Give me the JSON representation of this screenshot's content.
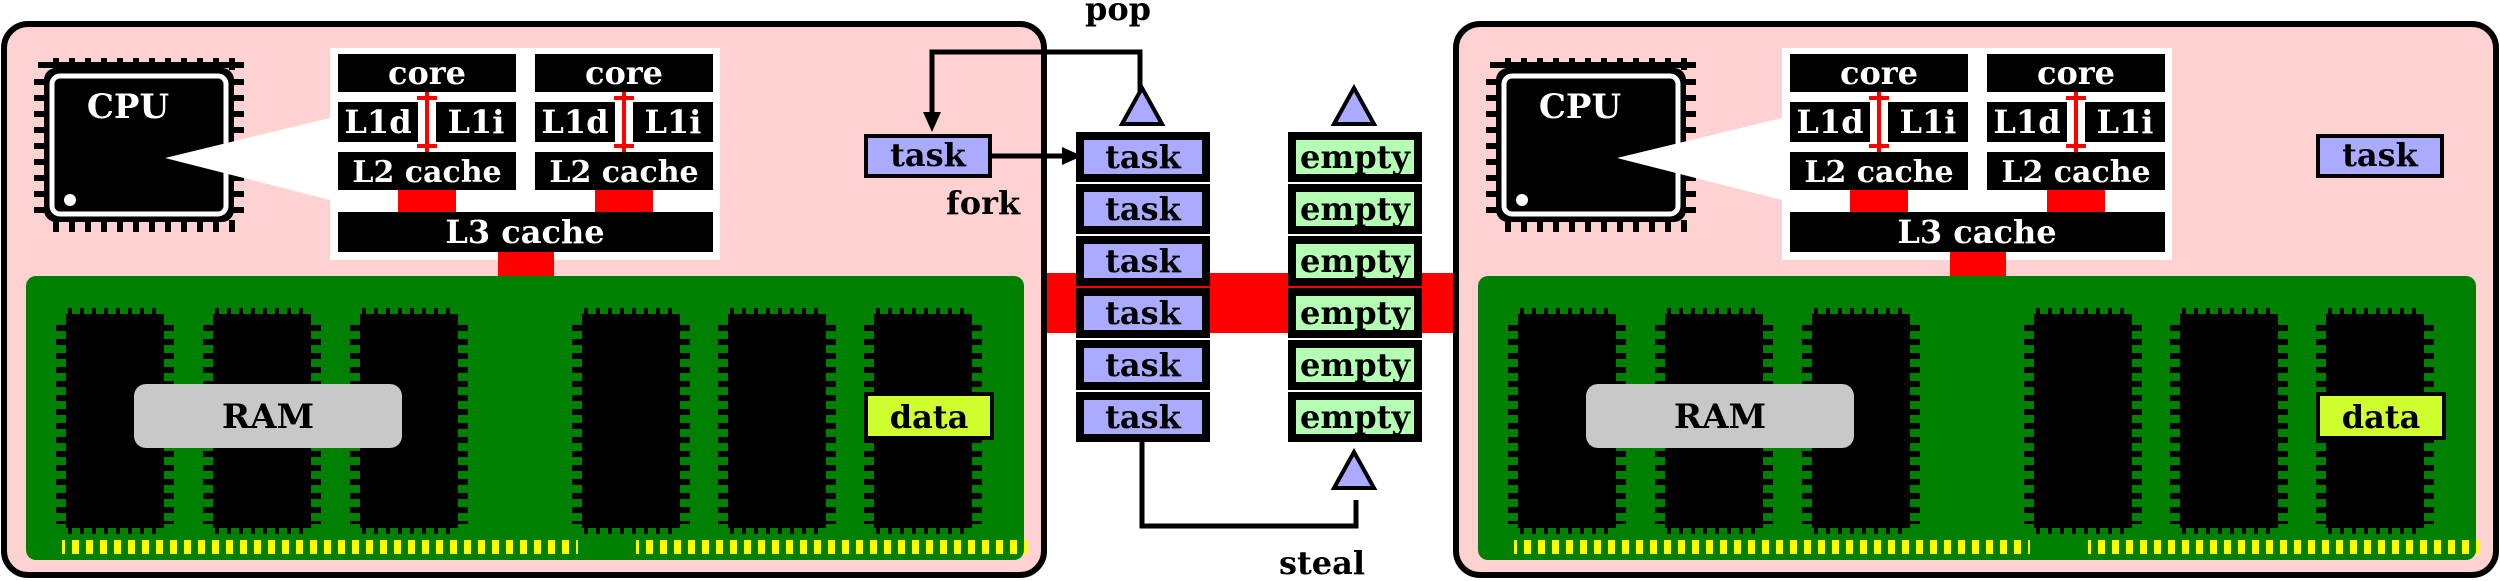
{
  "labels": {
    "cpu": "CPU",
    "core": "core",
    "l1d": "L1d",
    "l1i": "L1i",
    "l2": "L2 cache",
    "l3": "L3 cache",
    "ram": "RAM",
    "data": "data",
    "task": "task",
    "empty": "empty",
    "pop": "pop",
    "fork": "fork",
    "steal": "steal"
  },
  "left_deque": [
    "task",
    "task",
    "task",
    "task",
    "task",
    "task"
  ],
  "right_deque": [
    "empty",
    "empty",
    "empty",
    "empty",
    "empty",
    "empty"
  ],
  "colors": {
    "node_bg": "#ffd2d2",
    "board": "#008000",
    "interconnect": "#ff0000",
    "task_fill": "#aaaaff",
    "empty_fill": "#b4ffb4",
    "data_fill": "#d0ff30",
    "ram_label_bg": "#c8c8c8",
    "pins": "#ffff00"
  }
}
